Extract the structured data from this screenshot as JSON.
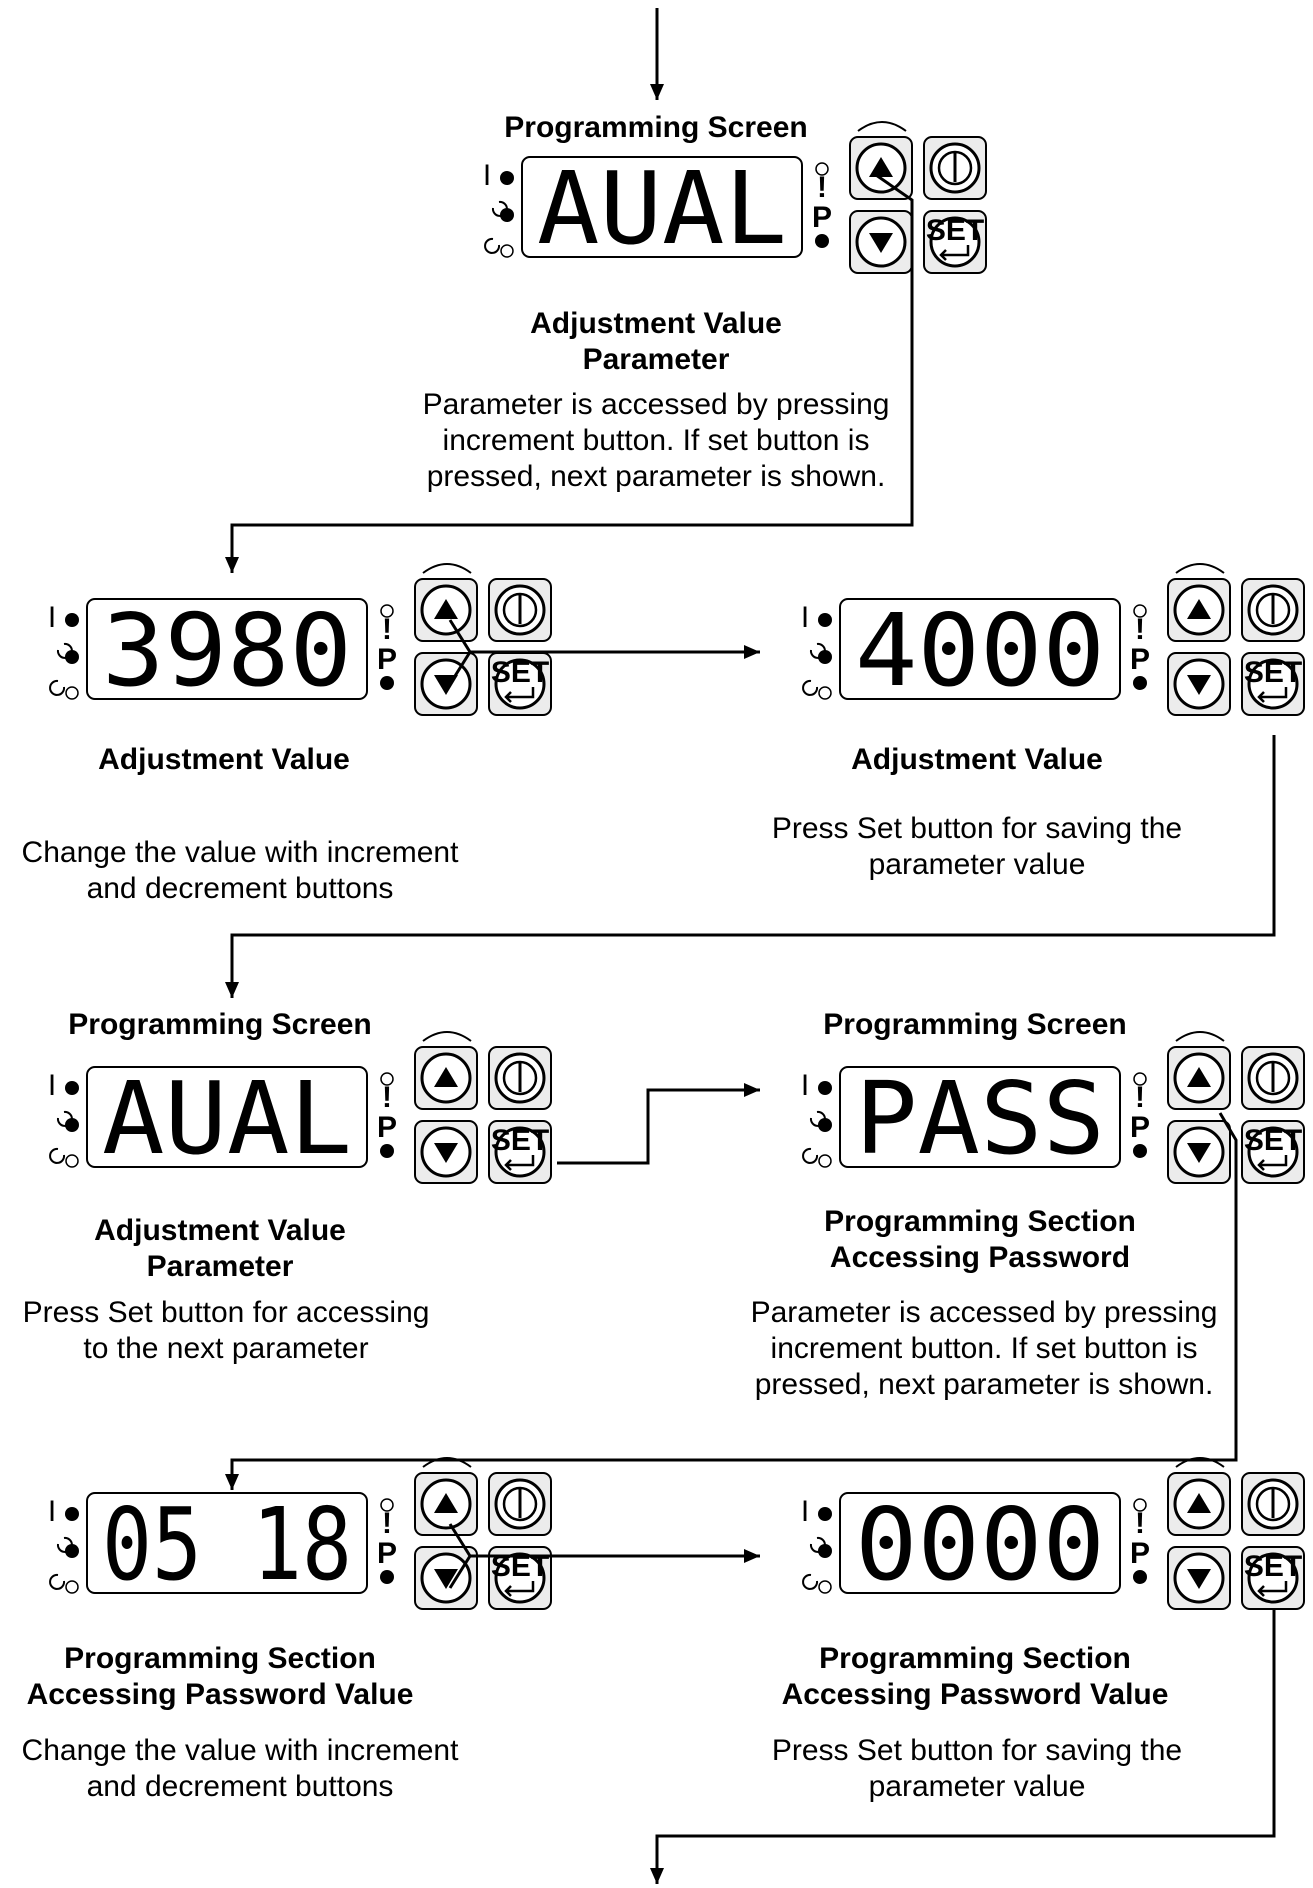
{
  "steps": [
    {
      "heading": "Programming Screen",
      "display": "AUAL",
      "label": "Adjustment Value\nParameter",
      "note": "Parameter is accessed by pressing\nincrement button.  If set button is\npressed, next parameter is shown."
    },
    {
      "heading": "",
      "display": "3980",
      "label": "Adjustment Value",
      "note": "Change the value with increment\nand decrement buttons"
    },
    {
      "heading": "",
      "display": "4000",
      "label": "Adjustment Value",
      "note": "Press Set button for saving the\nparameter value"
    },
    {
      "heading": "Programming Screen",
      "display": "AUAL",
      "label": "Adjustment Value\nParameter",
      "note": "Press Set button for accessing\nto the next parameter"
    },
    {
      "heading": "Programming Screen",
      "display": "PASS",
      "label": "Programming Section\nAccessing Password",
      "note": "Parameter is accessed by pressing\nincrement button.  If set button is\npressed, next parameter is shown."
    },
    {
      "heading": "",
      "display": "05 18",
      "label": "Programming Section\nAccessing Password Value",
      "note": "Change the value with increment\nand decrement buttons"
    },
    {
      "heading": "",
      "display": "0000",
      "label": "Programming Section\nAccessing Password Value",
      "note": "Press Set button for saving the\nparameter value"
    }
  ],
  "panel": {
    "set_key_label": "SET",
    "alarm_indicator": "!",
    "program_indicator": "P",
    "output_indicator": "I"
  }
}
